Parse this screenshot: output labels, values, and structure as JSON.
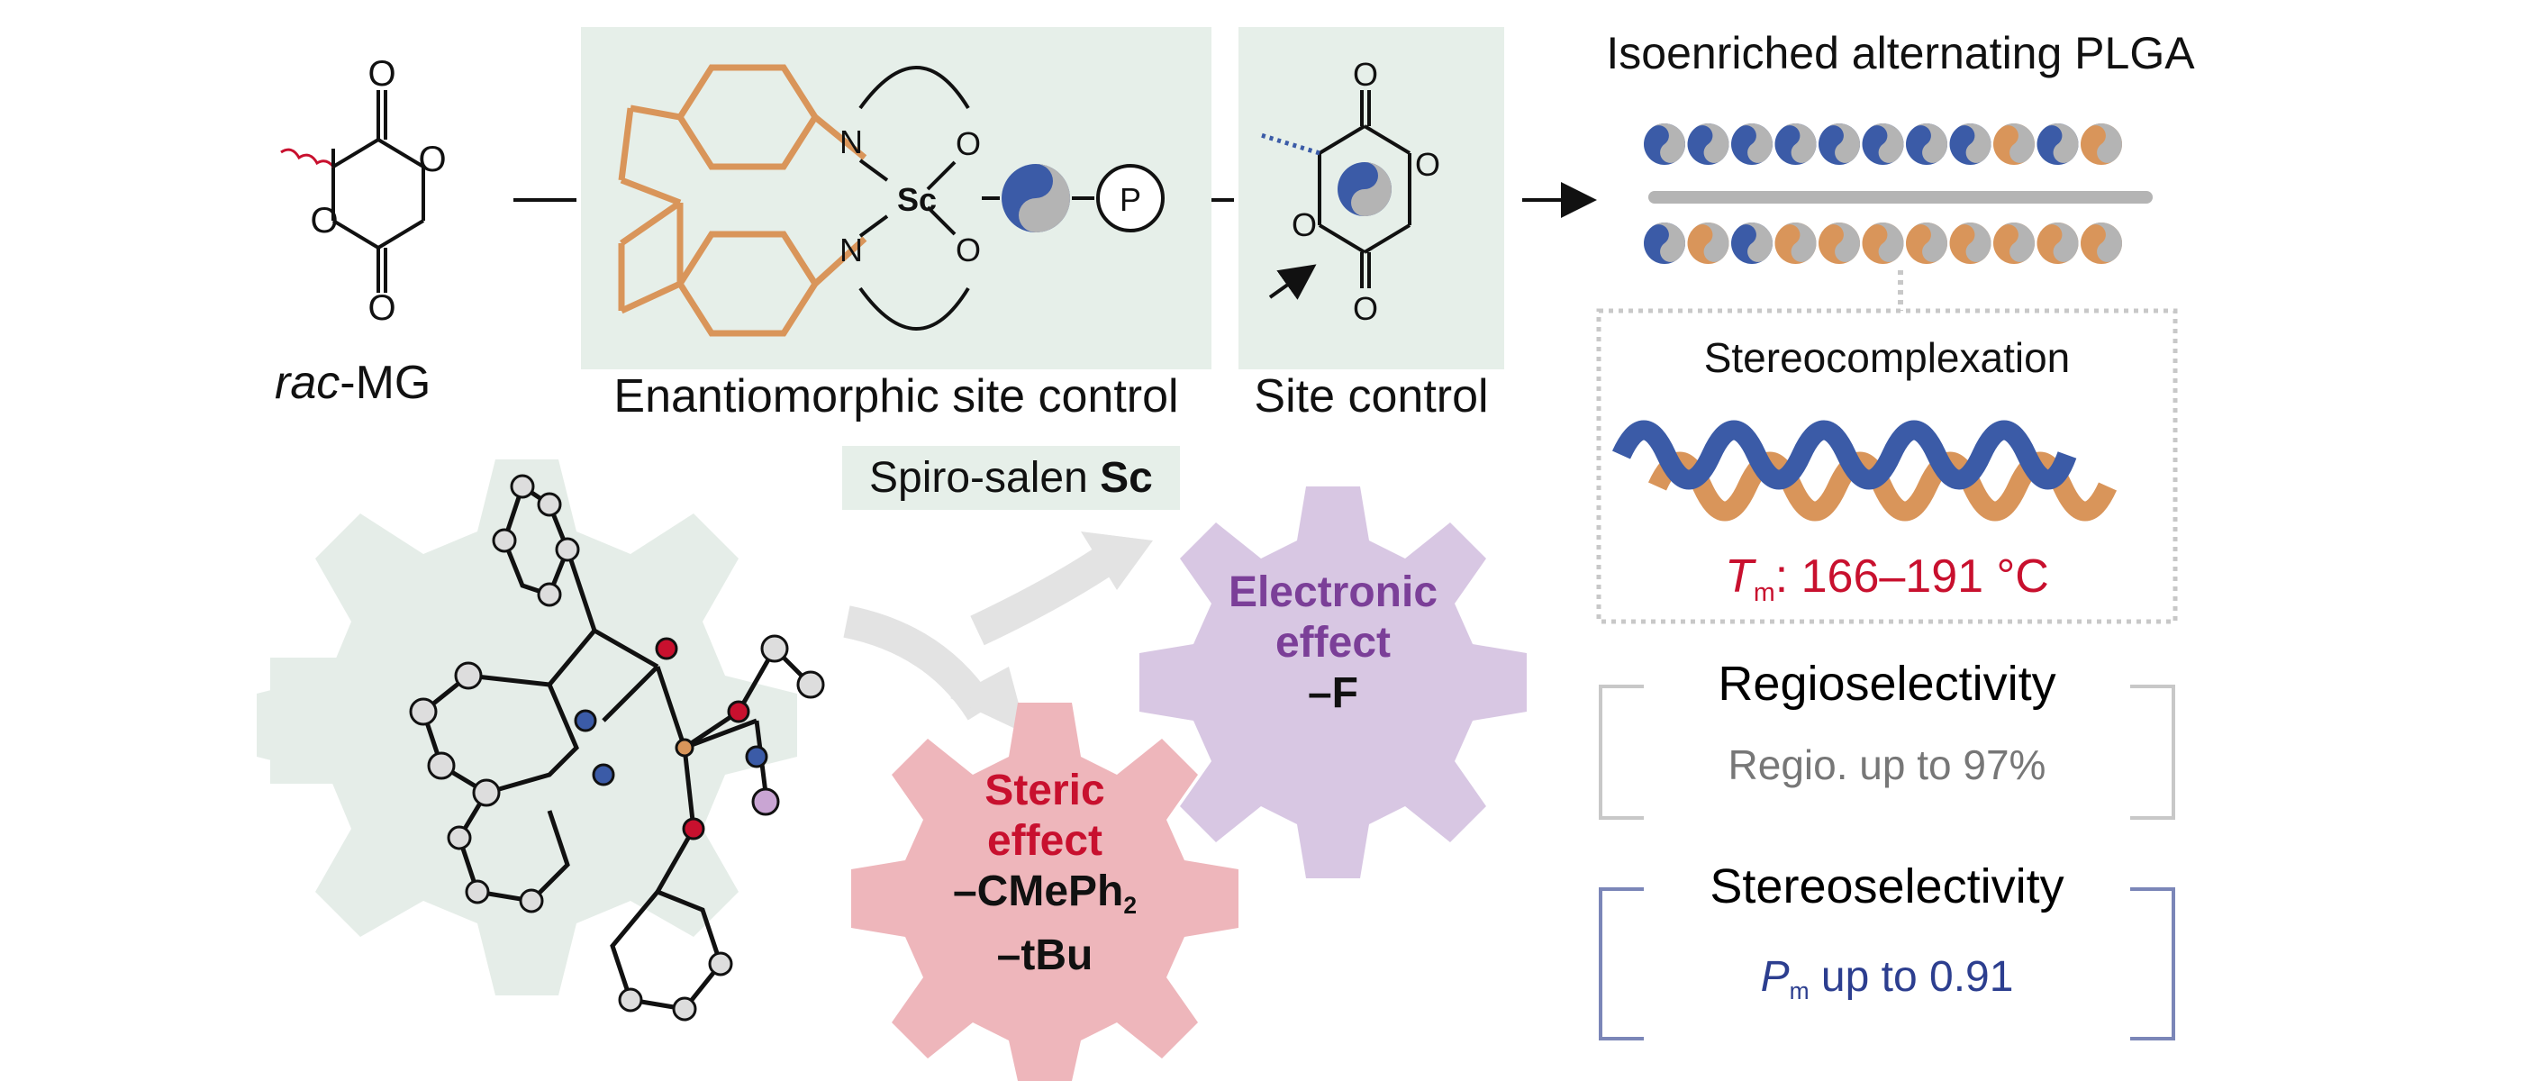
{
  "monomer": {
    "label_italic": "rac",
    "label_rest": "-MG"
  },
  "catalyst_panel": {
    "atom_N": "N",
    "atom_O": "O",
    "metal": "Sc",
    "polymer_P": "P",
    "caption": "Enantiomorphic site control"
  },
  "site_panel": {
    "atom_O": "O",
    "caption": "Site control"
  },
  "spiro_label": {
    "text": "Spiro-salen ",
    "bold": "Sc"
  },
  "product": {
    "title": "Isoenriched alternating PLGA",
    "chain1": [
      "B",
      "B",
      "B",
      "B",
      "B",
      "B",
      "B",
      "B",
      "O",
      "B",
      "O"
    ],
    "chain2": [
      "B",
      "O",
      "B",
      "O",
      "O",
      "O",
      "O",
      "O",
      "O",
      "O",
      "O"
    ],
    "stereocomplex": {
      "title": "Stereocomplexation",
      "tm_symbol": "T",
      "tm_sub": "m",
      "tm_value": ": 166–191 °C"
    }
  },
  "gears": {
    "electronic": {
      "line1": "Electronic",
      "line2": "effect",
      "group": "–F"
    },
    "steric": {
      "line1": "Steric",
      "line2": "effect",
      "group1": "–CMePh",
      "group1_sub": "2",
      "group2": "–tBu"
    }
  },
  "regio": {
    "title": "Regioselectivity",
    "value": "Regio. up to 97%"
  },
  "stereo": {
    "title": "Stereoselectivity",
    "value_symbol": "P",
    "value_sub": "m",
    "value_rest": " up to 0.91"
  },
  "colors": {
    "blue": "#3b5ba7",
    "orange": "#d9955a",
    "gray": "#b4b4b4",
    "panel_bg": "#e6efe9",
    "red": "#c8102e",
    "purple": "#7b3f98",
    "navy": "#2c3e8f",
    "gear_green": "#e5ede8",
    "gear_purple": "#d8c7e3",
    "gear_pink": "#eeb6bb"
  }
}
